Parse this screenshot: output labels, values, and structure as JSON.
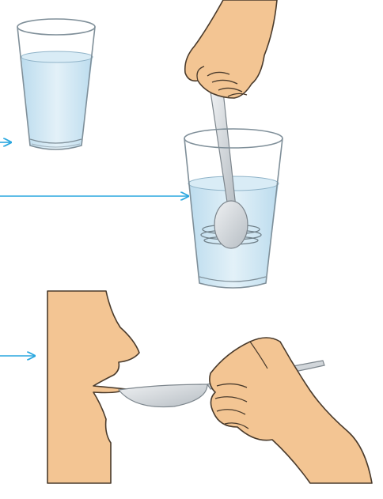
{
  "illustration": {
    "panels": [
      {
        "id": "glass-of-water",
        "icon": "glass-icon"
      },
      {
        "id": "stirring-with-spoon",
        "icon": "spoon-stir-icon"
      },
      {
        "id": "drinking-from-spoon",
        "icon": "spoon-drink-icon"
      }
    ],
    "arrows": [
      {
        "id": "arrow-1",
        "icon": "arrow-right-icon"
      },
      {
        "id": "arrow-2",
        "icon": "arrow-right-icon"
      },
      {
        "id": "arrow-3",
        "icon": "arrow-right-icon"
      }
    ]
  },
  "colors": {
    "skin": "#f3c593",
    "outline": "#4a3b2c",
    "water": "#cfe6f3",
    "glass_edge": "#7f8f99",
    "arrow": "#2aa7df",
    "spoon": "#c9ced2"
  }
}
